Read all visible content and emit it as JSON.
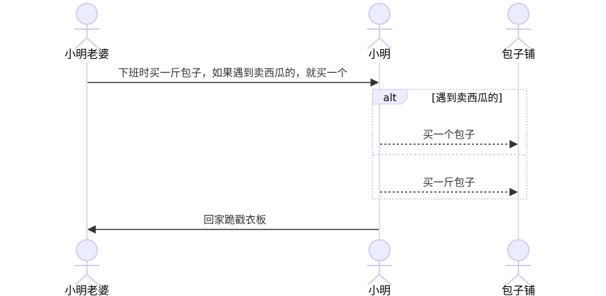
{
  "diagram": {
    "type": "sequence",
    "actors": [
      "小明老婆",
      "小明",
      "包子铺"
    ],
    "messages": [
      {
        "from": "小明老婆",
        "to": "小明",
        "text": "下班时买一斤包子，如果遇到卖西瓜的，就买一个",
        "style": "solid"
      },
      {
        "from": "小明",
        "to": "包子铺",
        "text": "买一个包子",
        "style": "dotted"
      },
      {
        "from": "小明",
        "to": "包子铺",
        "text": "买一斤包子",
        "style": "dotted"
      },
      {
        "from": "小明",
        "to": "小明老婆",
        "text": "回家跪戳衣板",
        "style": "solid"
      }
    ],
    "alt": {
      "keyword": "alt",
      "condition": "[遇到卖西瓜的]"
    },
    "colors": {
      "actor_fill": "#ececff",
      "actor_stroke": "#d6cdf0",
      "line": "#333333"
    }
  }
}
